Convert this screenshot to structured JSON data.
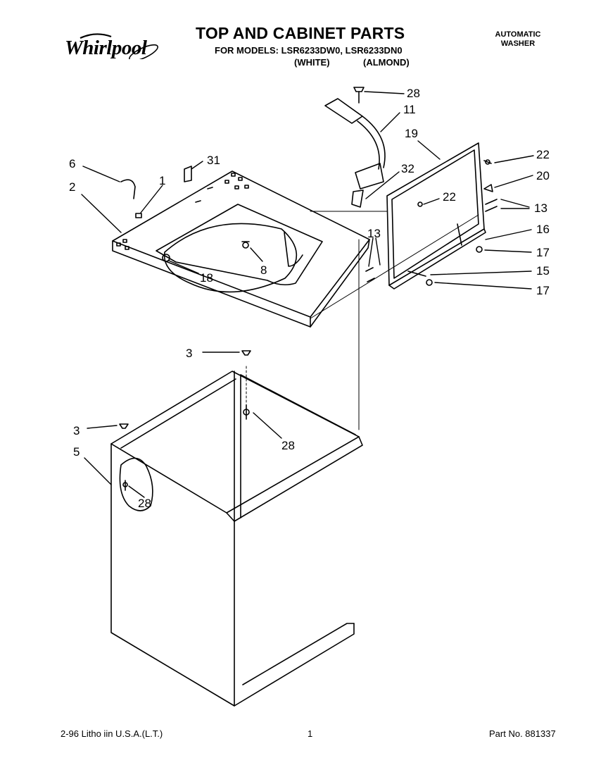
{
  "header": {
    "brand": "Whirlpool",
    "title": "TOP AND CABINET PARTS",
    "models_line": "FOR MODELS: LSR6233DW0, LSR6233DN0",
    "variant_white": "(WHITE)",
    "variant_almond": "(ALMOND)",
    "product_line1": "AUTOMATIC",
    "product_line2": "WASHER"
  },
  "callouts": [
    {
      "id": "28a",
      "label": "28"
    },
    {
      "id": "11",
      "label": "11"
    },
    {
      "id": "19",
      "label": "19"
    },
    {
      "id": "22a",
      "label": "22"
    },
    {
      "id": "20",
      "label": "20"
    },
    {
      "id": "13a",
      "label": "13"
    },
    {
      "id": "16",
      "label": "16"
    },
    {
      "id": "17a",
      "label": "17"
    },
    {
      "id": "15",
      "label": "15"
    },
    {
      "id": "17b",
      "label": "17"
    },
    {
      "id": "22b",
      "label": "22"
    },
    {
      "id": "32",
      "label": "32"
    },
    {
      "id": "31",
      "label": "31"
    },
    {
      "id": "6",
      "label": "6"
    },
    {
      "id": "1",
      "label": "1"
    },
    {
      "id": "2",
      "label": "2"
    },
    {
      "id": "13b",
      "label": "13"
    },
    {
      "id": "8",
      "label": "8"
    },
    {
      "id": "18",
      "label": "18"
    },
    {
      "id": "3a",
      "label": "3"
    },
    {
      "id": "28b",
      "label": "28"
    },
    {
      "id": "3b",
      "label": "3"
    },
    {
      "id": "5",
      "label": "5"
    },
    {
      "id": "28c",
      "label": "28"
    }
  ],
  "footer": {
    "print_info": "2-96 Litho iin U.S.A.(L.T.)",
    "page_number": "1",
    "part_number": "Part No. 881337"
  }
}
